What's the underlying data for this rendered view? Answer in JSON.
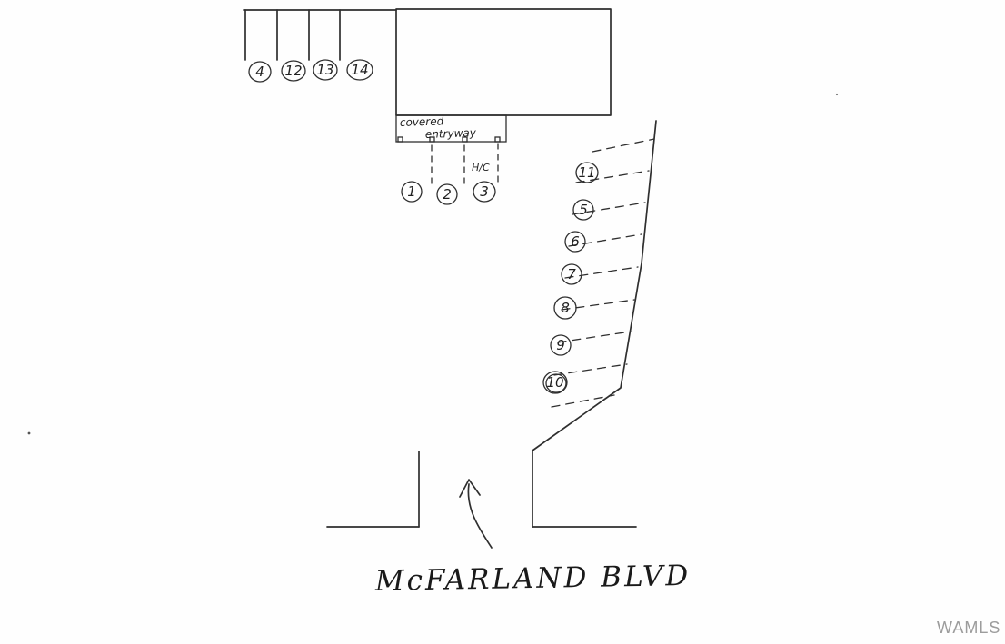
{
  "diagram": {
    "type": "hand-drawn parking site plan",
    "ink_color": "#2f2f2f",
    "paper_color": "#fefefe",
    "building": {
      "covered_entry_line1": "covered",
      "covered_entry_line2": "entryway",
      "handicap_label": "H/C"
    },
    "spaces": {
      "left_row": [
        "4",
        "12",
        "13",
        "14"
      ],
      "front_row": [
        "1",
        "2",
        "3"
      ],
      "right_row": [
        "11",
        "5",
        "6",
        "7",
        "8",
        "9",
        "10"
      ]
    },
    "road": {
      "label": "McFARLAND BLVD"
    },
    "watermark": {
      "label": "WAMLS",
      "color": "#9c9c9c"
    }
  }
}
